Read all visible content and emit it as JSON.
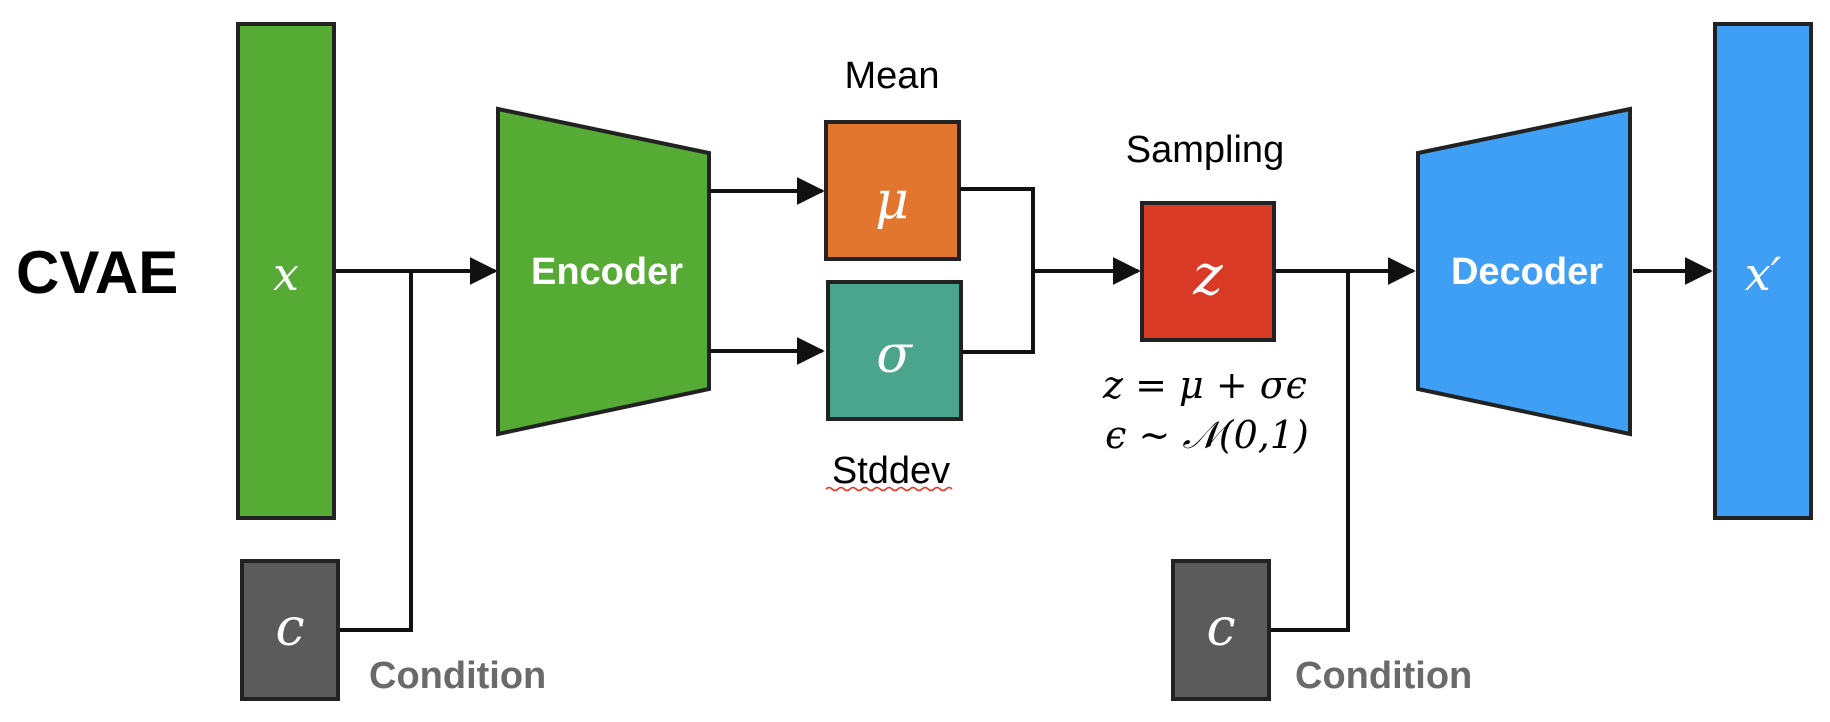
{
  "title": "CVAE",
  "blocks": {
    "input_x": {
      "symbol": "x",
      "color": "#55ab33"
    },
    "condition_1": {
      "symbol": "c",
      "label": "Condition",
      "color": "#5b5b5b"
    },
    "encoder": {
      "label": "Encoder",
      "color": "#55ab33"
    },
    "mean": {
      "symbol": "μ",
      "label": "Mean",
      "color": "#e2762e"
    },
    "stddev": {
      "symbol": "σ",
      "label": "Stddev",
      "color": "#4aa58c"
    },
    "sampling": {
      "symbol": "z",
      "label": "Sampling",
      "color": "#d93a26"
    },
    "equation_1": "z = μ + σϵ",
    "equation_2": "ϵ ∼ 𝒩(0,1)",
    "condition_2": {
      "symbol": "c",
      "label": "Condition",
      "color": "#5b5b5b"
    },
    "decoder": {
      "label": "Decoder",
      "color": "#3f9ff5"
    },
    "output_x": {
      "symbol": "x′",
      "color": "#3f9ff5"
    }
  },
  "colors": {
    "stroke": "#222222",
    "condition_text": "#6a6a6a",
    "box_text": "#ffffff"
  }
}
